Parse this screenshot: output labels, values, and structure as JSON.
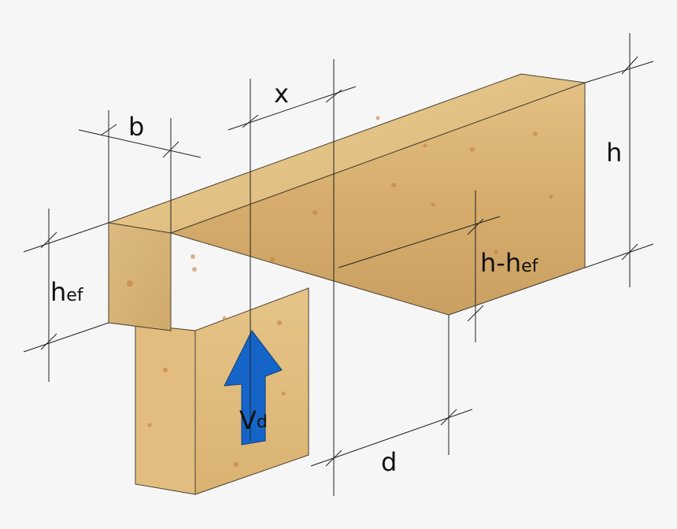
{
  "labels": {
    "b": "b",
    "x": "x",
    "h": "h",
    "hef_main": "h",
    "hef_sub": "ef",
    "h_minus_hef_main": "h-h",
    "h_minus_hef_sub": "ef",
    "vd_main": "V",
    "vd_sub": "d",
    "d": "d"
  },
  "colors": {
    "background": "#f6f6f6",
    "wood_light": "#e8c98f",
    "wood_mid": "#d9b071",
    "wood_dark": "#c9a062",
    "force_arrow": "#1565c8"
  }
}
